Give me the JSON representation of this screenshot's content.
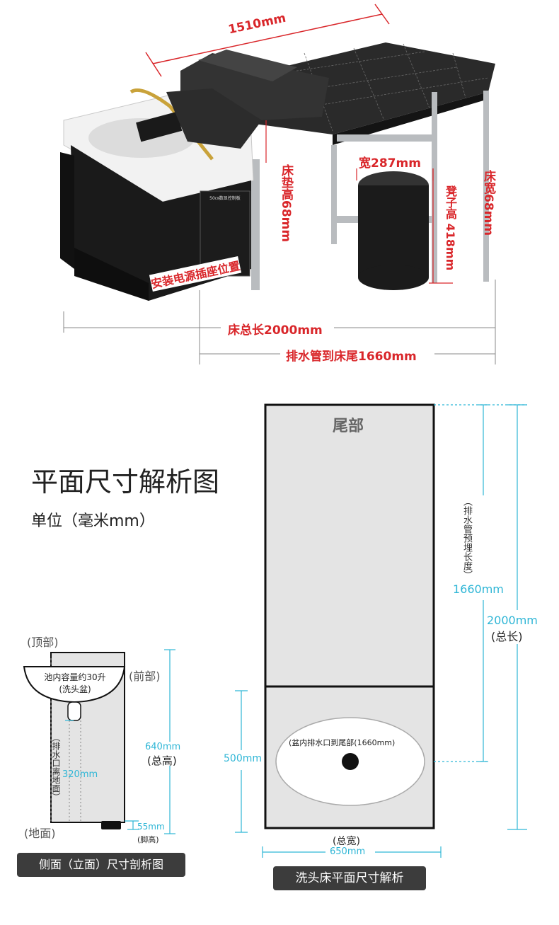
{
  "top_photo": {
    "dim_top": "1510mm",
    "dim_width": "宽287mm",
    "dim_cushion_height": "床垫高68mm",
    "dim_stool_height": "凳子高 418mm",
    "dim_bed_width": "床宽68mm",
    "dim_socket": "安装电源插座位置",
    "dim_total_length": "床总长2000mm",
    "dim_drain_to_tail": "排水管到床尾1660mm",
    "panel_title": "50㎝数显控制板"
  },
  "plan": {
    "title": "平面尺寸解析图",
    "unit": "单位（毫米mm）",
    "tail_label": "尾部",
    "drain_note": "(盆内排水口到尾部(1660mm)",
    "drain_pipe_vertical": "（排水管预埋长度）",
    "dim_1660": "1660mm",
    "dim_2000": "2000mm",
    "dim_total_length": "(总长)",
    "dim_500": "500mm",
    "dim_total_width": "(总宽)",
    "dim_650": "650mm",
    "caption": "洗头床平面尺寸解析"
  },
  "side": {
    "top_label": "(顶部)",
    "front_label": "(前部)",
    "ground_label": "(地面)",
    "basin_line1": "池内容量约30升",
    "basin_line2": "(洗头盆)",
    "drain_vertical": "（排水口离地面）",
    "dim_320": "320mm",
    "dim_640": "640mm",
    "dim_total_height": "(总高)",
    "dim_55": "55mm",
    "dim_foot": "(脚高)",
    "caption": "侧面（立面）尺寸剖析图"
  },
  "colors": {
    "red": "#d9262a",
    "cyan": "#2fb6d6",
    "plan_fill": "#e4e4e4",
    "leather": "#1f1f1f",
    "caption_bg": "#3c3c3c"
  }
}
